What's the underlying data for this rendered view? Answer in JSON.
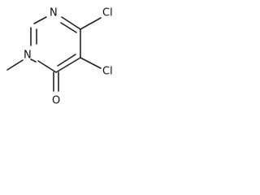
{
  "molecule": {
    "atoms": {
      "n3": "N",
      "n1": "N",
      "cl6": "Cl",
      "cl5": "Cl",
      "o4": "O"
    }
  }
}
